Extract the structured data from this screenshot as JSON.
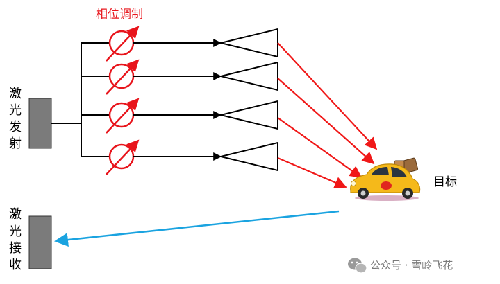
{
  "labels": {
    "phase_modulation": "相位调制",
    "laser_emit": [
      "激",
      "光",
      "发",
      "射"
    ],
    "laser_receive": [
      "激",
      "光",
      "接",
      "收"
    ],
    "target": "目标",
    "watermark": "公众号 · 雪岭飞花"
  },
  "colors": {
    "phase_red": "#e8141b",
    "beam_red": "#f01818",
    "return_blue": "#1aa3e0",
    "block_fill": "#7b7b7b",
    "line": "#000000",
    "car_yellow": "#f5b91a"
  },
  "icons": {
    "car": "car-icon",
    "phase_shifter": "phase-shifter-icon",
    "amplifier": "amplifier-triangle-icon",
    "wechat": "wechat-icon"
  }
}
